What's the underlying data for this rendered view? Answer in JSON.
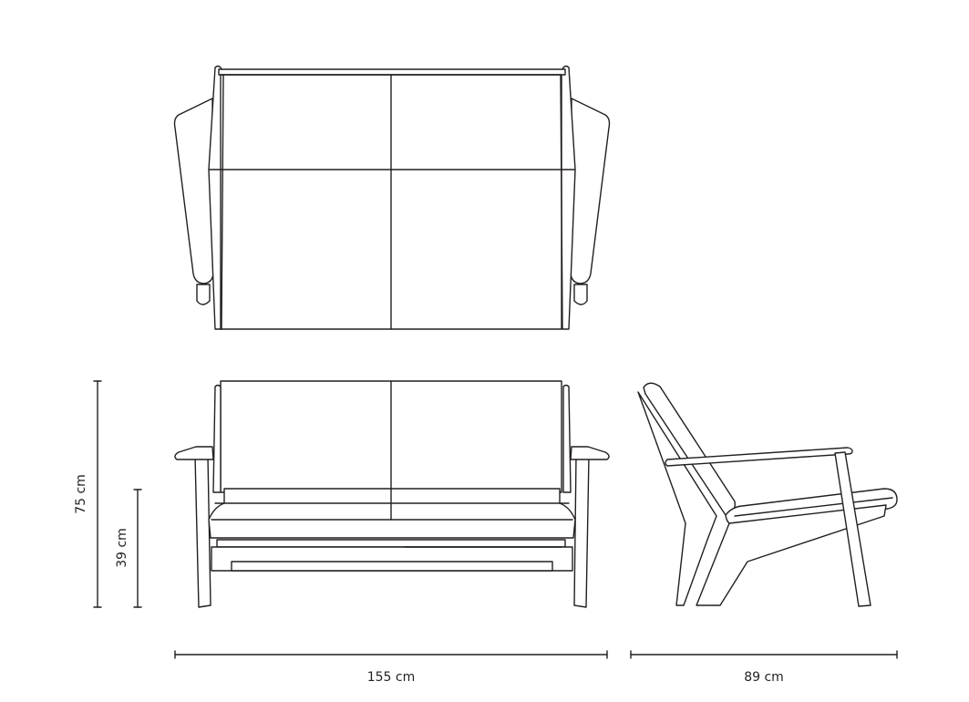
{
  "dimensions": {
    "height_total": "75 cm",
    "seat_height": "39 cm",
    "width": "155 cm",
    "depth": "89 cm"
  },
  "colors": {
    "line": "#231f20",
    "background": "#ffffff"
  }
}
